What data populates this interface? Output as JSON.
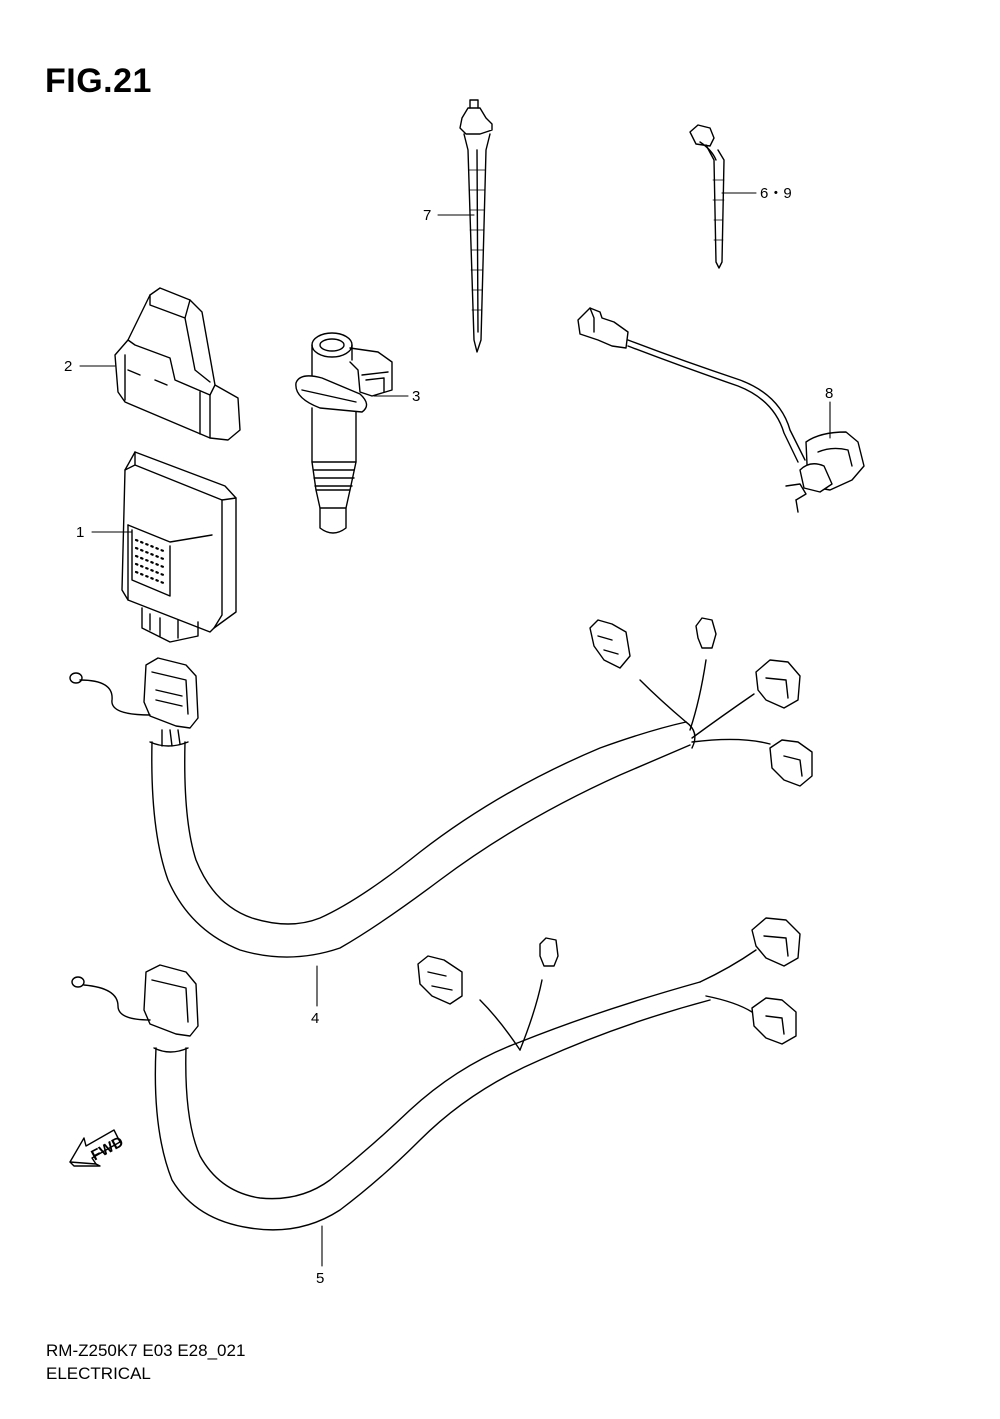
{
  "figure": {
    "title": "FIG.21"
  },
  "callouts": [
    {
      "id": "1",
      "label": "1"
    },
    {
      "id": "2",
      "label": "2"
    },
    {
      "id": "3",
      "label": "3"
    },
    {
      "id": "4",
      "label": "4"
    },
    {
      "id": "5",
      "label": "5"
    },
    {
      "id": "6-9",
      "label": "6・9"
    },
    {
      "id": "7",
      "label": "7"
    },
    {
      "id": "8",
      "label": "8"
    }
  ],
  "fwd_arrow": {
    "label": "FWD"
  },
  "footer": {
    "code": "RM-Z250K7 E03 E28_021",
    "title": "ELECTRICAL"
  }
}
